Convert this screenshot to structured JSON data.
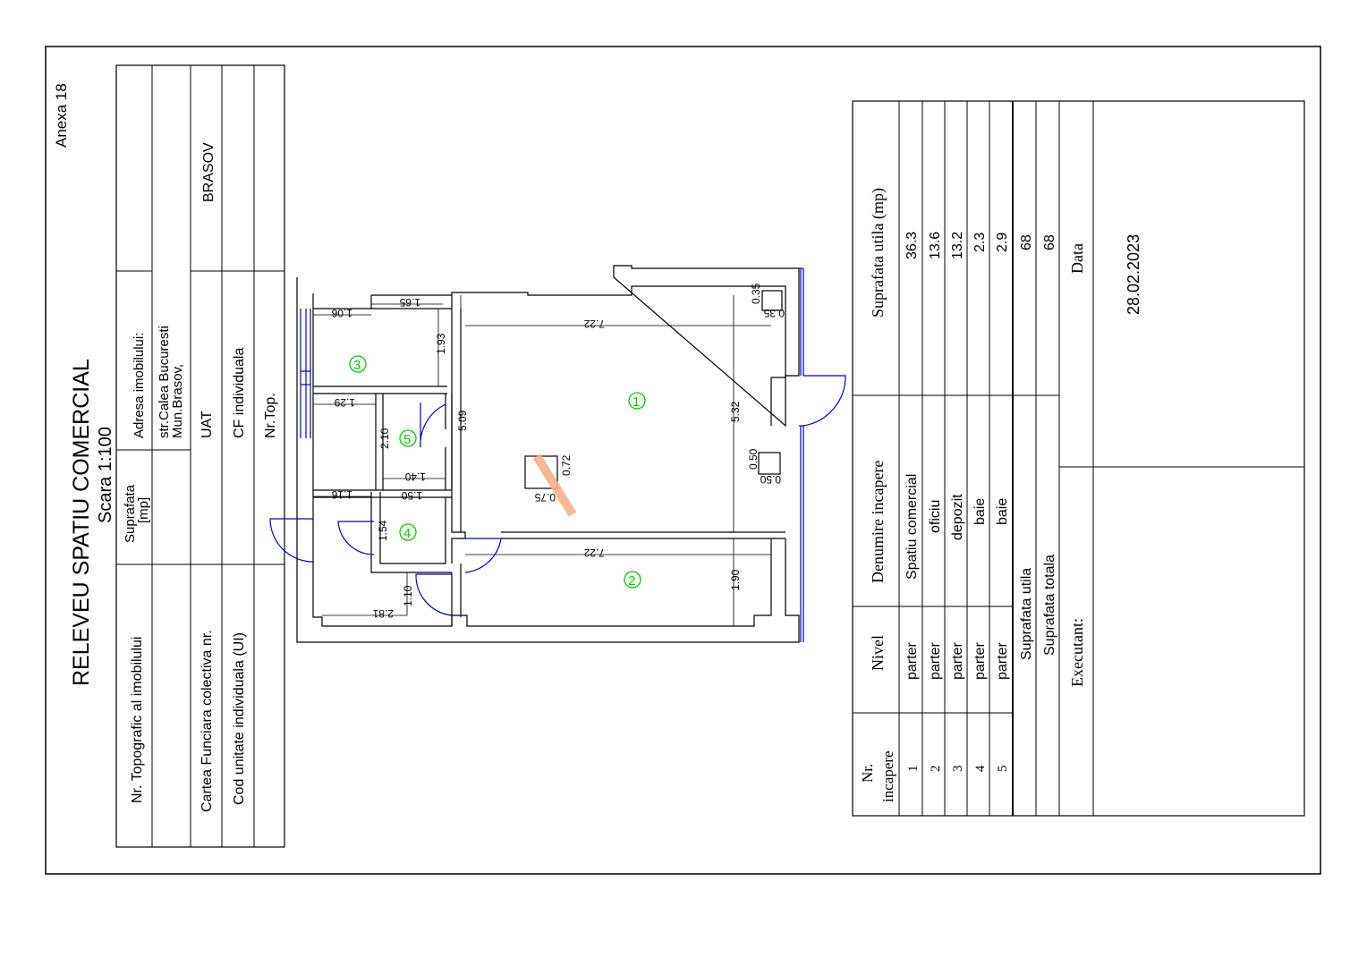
{
  "sheet": {
    "annex": "Anexa 18",
    "title": "RELEVEU SPATIU COMERCIAL",
    "scale": "Scara 1:100"
  },
  "info_table": {
    "rows": [
      {
        "label": "Nr. Topografic al imobilului",
        "mid_label": "Suprafata",
        "mid_unit": "[mp]",
        "right_value": ""
      },
      {
        "label": "",
        "mid_label": "",
        "address_label": "Adresa imobilului:",
        "address_line1": "str.Calea Bucuresti",
        "address_line2": "Mun.Brasov,"
      },
      {
        "label": "Cartea Funciara colectiva nr.",
        "uat_label": "UAT",
        "uat_value": "BRASOV"
      },
      {
        "label": "Cod unitate individuala (UI)",
        "cf_label": "CF individuala",
        "cf_value": ""
      },
      {
        "label": "",
        "top_label": "Nr.Top.",
        "top_value": ""
      }
    ]
  },
  "plan": {
    "rooms": [
      "1",
      "2",
      "3",
      "4",
      "5"
    ],
    "dimensions": {
      "d_722_top": "7.22",
      "d_532": "5.32",
      "d_509": "5.09",
      "d_722_bottom": "7.22",
      "d_190": "1.90",
      "d_193": "1.93",
      "d_165": "1.65",
      "d_106": "1.06",
      "d_129": "1.29",
      "d_210": "2.10",
      "d_140": "1.40",
      "d_116": "1.16",
      "d_150": "1.50",
      "d_154": "1.54",
      "d_110": "1.10",
      "d_281": "2.81",
      "d_035a": "0.35",
      "d_035b": "0.35",
      "d_050a": "0.50",
      "d_050b": "0.50",
      "d_072": "0.72",
      "d_075": "0.75"
    }
  },
  "areas_table": {
    "headers": {
      "nr": "Nr.",
      "nr2": "incapere",
      "nivel": "Nivel",
      "denumire": "Denumire incapere",
      "suprafata": "Suprafata utila (mp)"
    },
    "rows": [
      {
        "nr": "1",
        "nivel": "parter",
        "denumire": "Spatiu comercial",
        "suprafata": "36.3"
      },
      {
        "nr": "2",
        "nivel": "parter",
        "denumire": "oficiu",
        "suprafata": "13.6"
      },
      {
        "nr": "3",
        "nivel": "parter",
        "denumire": "depozit",
        "suprafata": "13.2"
      },
      {
        "nr": "4",
        "nivel": "parter",
        "denumire": "baie",
        "suprafata": "2.3"
      },
      {
        "nr": "5",
        "nivel": "parter",
        "denumire": "baie",
        "suprafata": "2.9"
      }
    ],
    "suprafata_utila_label": "Suprafata utila",
    "suprafata_utila_value": "68",
    "suprafata_totala_label": "Suprafata totala",
    "suprafata_totala_value": "68",
    "executant_label": "Executant:",
    "data_label": "Data",
    "data_value": "28.02.2023"
  }
}
